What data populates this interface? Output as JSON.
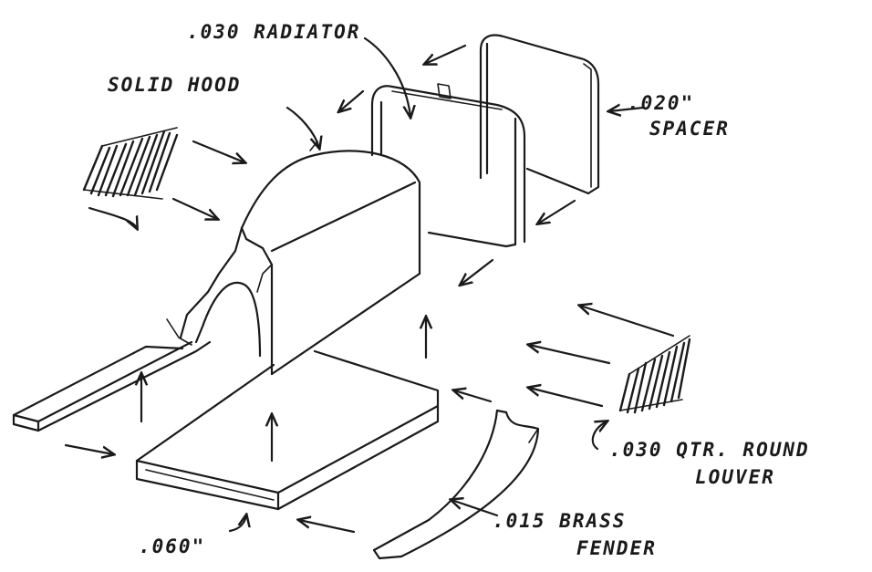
{
  "labels": {
    "radiator": ".030 RADIATOR",
    "hood": "SOLID HOOD",
    "spacer_value": ".020\"",
    "spacer_word": "SPACER",
    "louver_spec": ".030 QTR. ROUND",
    "louver_word": "LOUVER",
    "fender_spec": ".015 BRASS",
    "fender_word": "FENDER",
    "floor_thickness": ".060\""
  }
}
